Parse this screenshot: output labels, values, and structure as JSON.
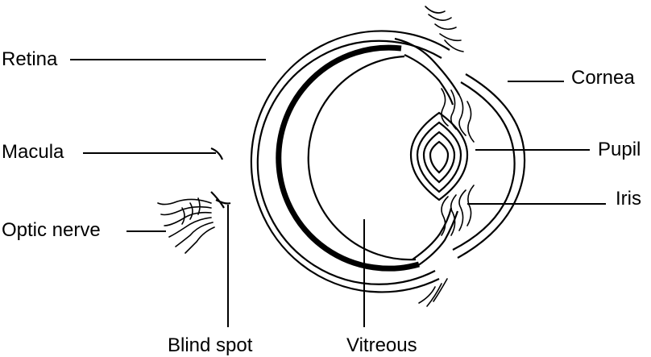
{
  "labels": {
    "retina": "Retina",
    "macula": "Macula",
    "optic_nerve": "Optic nerve",
    "blind_spot": "Blind spot",
    "vitreous": "Vitreous",
    "cornea": "Cornea",
    "pupil": "Pupil",
    "iris": "Iris"
  }
}
